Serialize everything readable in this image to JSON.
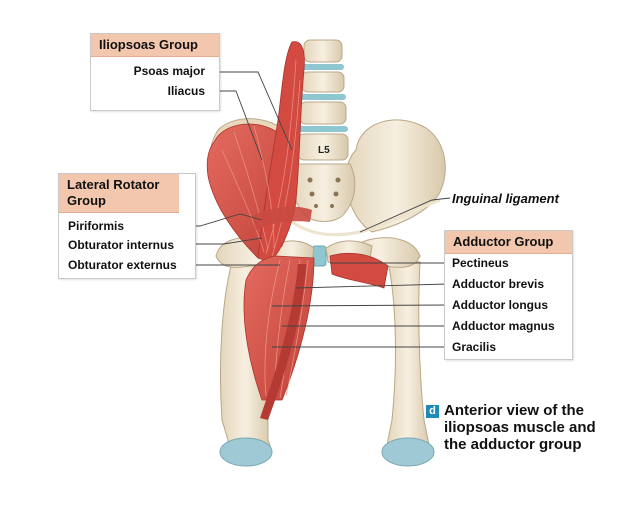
{
  "groups": {
    "iliopsoas": {
      "title": "Iliopsoas Group",
      "items": [
        "Psoas major",
        "Iliacus"
      ]
    },
    "lateral_rotator": {
      "title": "Lateral Rotator Group",
      "items": [
        "Piriformis",
        "Obturator internus",
        "Obturator externus"
      ]
    },
    "adductor": {
      "title": "Adductor Group",
      "items": [
        "Pectineus",
        "Adductor brevis",
        "Adductor longus",
        "Adductor magnus",
        "Gracilis"
      ]
    }
  },
  "inguinal_label": "Inguinal ligament",
  "vertebra_label": "L5",
  "caption": {
    "badge": "d",
    "text": "Anterior view of the iliopsoas muscle and the adductor group"
  },
  "colors": {
    "muscle": "#d9534a",
    "muscle_dark": "#b33a33",
    "muscle_light": "#ec8d80",
    "bone": "#f0e6d2",
    "bone_shade": "#d9cbb0",
    "disc": "#8fc7d1",
    "header_fill": "#f3c7ad",
    "badge": "#1e8ab8"
  }
}
